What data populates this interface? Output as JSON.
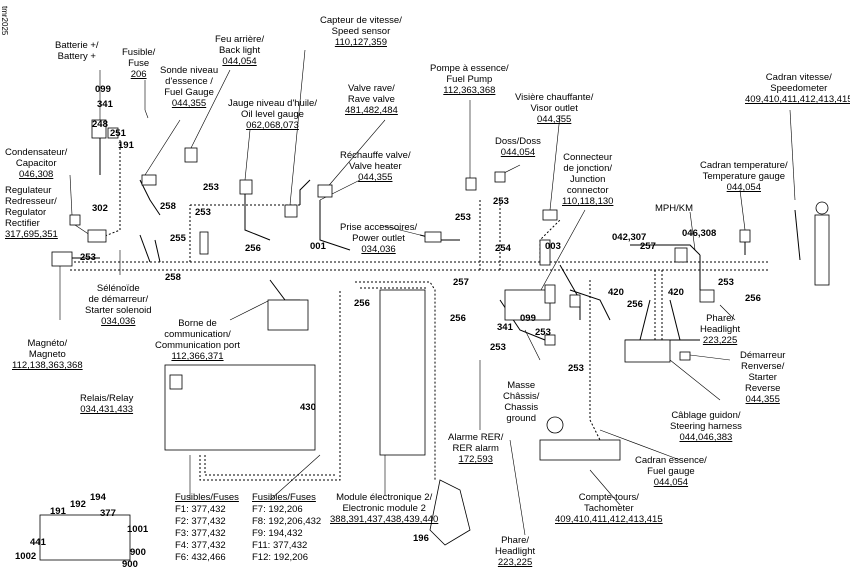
{
  "doc_id": "tmr2025",
  "components": {
    "battery": {
      "name": "Batterie +/\nBattery +"
    },
    "fuse": {
      "name": "Fusible/\nFuse",
      "code": "206"
    },
    "fuel_gauge_sender": {
      "name": "Sonde niveau\nd'essence /\nFuel Gauge",
      "code": "044,355"
    },
    "back_light": {
      "name": "Feu arrière/\nBack light",
      "code": "044,054"
    },
    "speed_sensor": {
      "name": "Capteur de vitesse/\nSpeed sensor",
      "code": "110,127,359"
    },
    "oil_gauge": {
      "name": "Jauge niveau d'huile/\nOil level gauge",
      "code": "062,068,073"
    },
    "rave_valve": {
      "name": "Valve rave/\nRave valve",
      "code": "481,482,484"
    },
    "fuel_pump": {
      "name": "Pompe à essence/\nFuel Pump",
      "code": "112,363,368"
    },
    "visor_outlet": {
      "name": "Visière chauffante/\nVisor outlet",
      "code": "044,355"
    },
    "speedometer": {
      "name": "Cadran vitesse/\nSpeedometer",
      "code": "409,410,411,412,413,415"
    },
    "capacitor": {
      "name": "Condensateur/\nCapacitor",
      "code": "046,308"
    },
    "valve_heater": {
      "name": "Réchauffe valve/\nValve heater",
      "code": "044,355"
    },
    "backrest": {
      "name": "Doss/Doss",
      "code": "044,054"
    },
    "junction_connector": {
      "name": "Connecteur\nde jonction/\nJunction\nconnector",
      "code": "110,118,130"
    },
    "temperature_gauge": {
      "name": "Cadran temperature/\nTemperature gauge",
      "code": "044,054"
    },
    "regulator": {
      "name": "Regulateur\nRedresseur/\nRegulator\nRectifier",
      "code": "317,695,351"
    },
    "mph_km": {
      "name": "MPH/KM"
    },
    "power_outlet": {
      "name": "Prise accessoires/\nPower outlet",
      "code": "034,036"
    },
    "starter_solenoid": {
      "name": "Sélénoïde\nde démarreur/\nStarter solenoid",
      "code": "034,036"
    },
    "magneto": {
      "name": "Magnéto/\nMagneto",
      "code": "112,138,363,368"
    },
    "comm_port": {
      "name": "Borne de\ncommunication/\nCommunication port",
      "code": "112,366,371"
    },
    "headlight_right": {
      "name": "Phare/\nHeadlight",
      "code": "223,225"
    },
    "reverse_starter": {
      "name": "Démarreur\nRenverse/\nStarter\nReverse",
      "code": "044,355"
    },
    "chassis_ground": {
      "name": "Masse\nChâssis/\nChassis\nground"
    },
    "relay": {
      "name": "Relais/Relay",
      "code": "034,431,433"
    },
    "rer_alarm": {
      "name": "Alarme RER/\nRER alarm",
      "code": "172,593"
    },
    "steering_harness": {
      "name": "Câblage guidon/\nSteering harness",
      "code": "044,046,383"
    },
    "fuel_gauge_dial": {
      "name": "Cadran essence/\nFuel gauge",
      "code": "044,054"
    },
    "ecm2": {
      "name": "Module électronique 2/\nElectronic module 2",
      "code": "388,391,437,438,439,440"
    },
    "tachometer": {
      "name": "Compte-tours/\nTachometer",
      "code": "409,410,411,412,413,415"
    },
    "headlight_bottom": {
      "name": "Phare/\nHeadlight",
      "code": "223,225"
    }
  },
  "fuses": {
    "heading_left": "Fusibles/Fuses",
    "heading_right": "Fusibles/Fuses",
    "left": [
      "F1: 377,432",
      "F2: 377,432",
      "F3: 377,432",
      "F4: 377,432",
      "F6: 432,466"
    ],
    "right": [
      "F7: 192,206",
      "F8: 192,206,432",
      "F9: 194,432",
      "F11: 377,432",
      "F12: 192,206"
    ]
  },
  "callouts": {
    "n099a": "099",
    "n341a": "341",
    "n248": "248",
    "n251": "251",
    "n191": "191",
    "n253a": "253",
    "n258a": "258",
    "n253b": "253",
    "n255": "255",
    "n302": "302",
    "n253c": "253",
    "n258b": "258",
    "n256a": "256",
    "n001": "001",
    "n253d": "253",
    "n253e": "253",
    "n254": "254",
    "n003": "003",
    "n256b": "256",
    "n257a": "257",
    "n257b": "257",
    "n042": "042,307",
    "n046": "046,308",
    "n420a": "420",
    "n420b": "420",
    "n253f": "253",
    "n256c": "256",
    "n256d": "256",
    "n099b": "099",
    "n341b": "341",
    "n253g": "253",
    "n253h": "253",
    "n253i": "253",
    "n430": "430",
    "n256e": "256",
    "n196": "196",
    "b191": "191",
    "b192": "192",
    "b194": "194",
    "b377": "377",
    "b1001": "1001",
    "b441": "441",
    "b1002": "1002",
    "b900a": "900",
    "b900b": "900"
  }
}
